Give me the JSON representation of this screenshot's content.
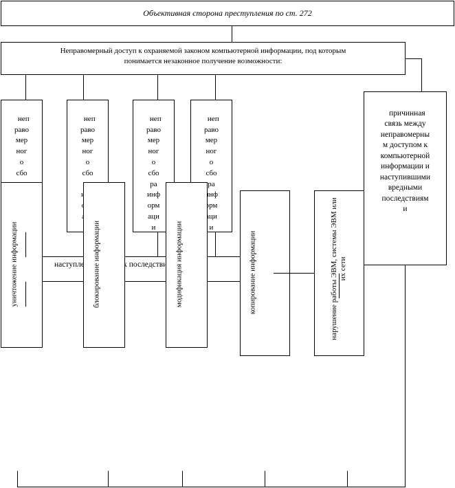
{
  "title": "Объективная сторона преступления по ст.  272",
  "main_box": {
    "line1": "Неправомерный доступ к охраняемой законом компьютерной информации, под которым",
    "line2": "понимается незаконное получение возможности:"
  },
  "sub_boxes": [
    "неп\nраво\nмер\nног\nо\nсбо\nра\nинф",
    "неп\nраво\nмер\nног\nо\nсбо\nра\nинф\nорм\nаци",
    "неп\nраво\nмер\nног\nо\nсбо\nра\nинф\nорм\nаци\nи",
    "неп\nраво\nмер\nног\nо\nсбо\nра\nинф\nорм\nаци\nи"
  ],
  "consequences_label": "наступление вредных последствий в виде",
  "consequences": [
    "уничтожение информации",
    "блокирование информации",
    "модификация информации",
    "копирование информации",
    "нарушение работы ЭВМ, системы ЭВМ или их сети"
  ],
  "causal_link": "причинная\nсвязь между\nнеправомерны\nм доступом к\nкомпьютерной\nинформации и\nнаступившими\nвредными\nпоследствиям\nи"
}
